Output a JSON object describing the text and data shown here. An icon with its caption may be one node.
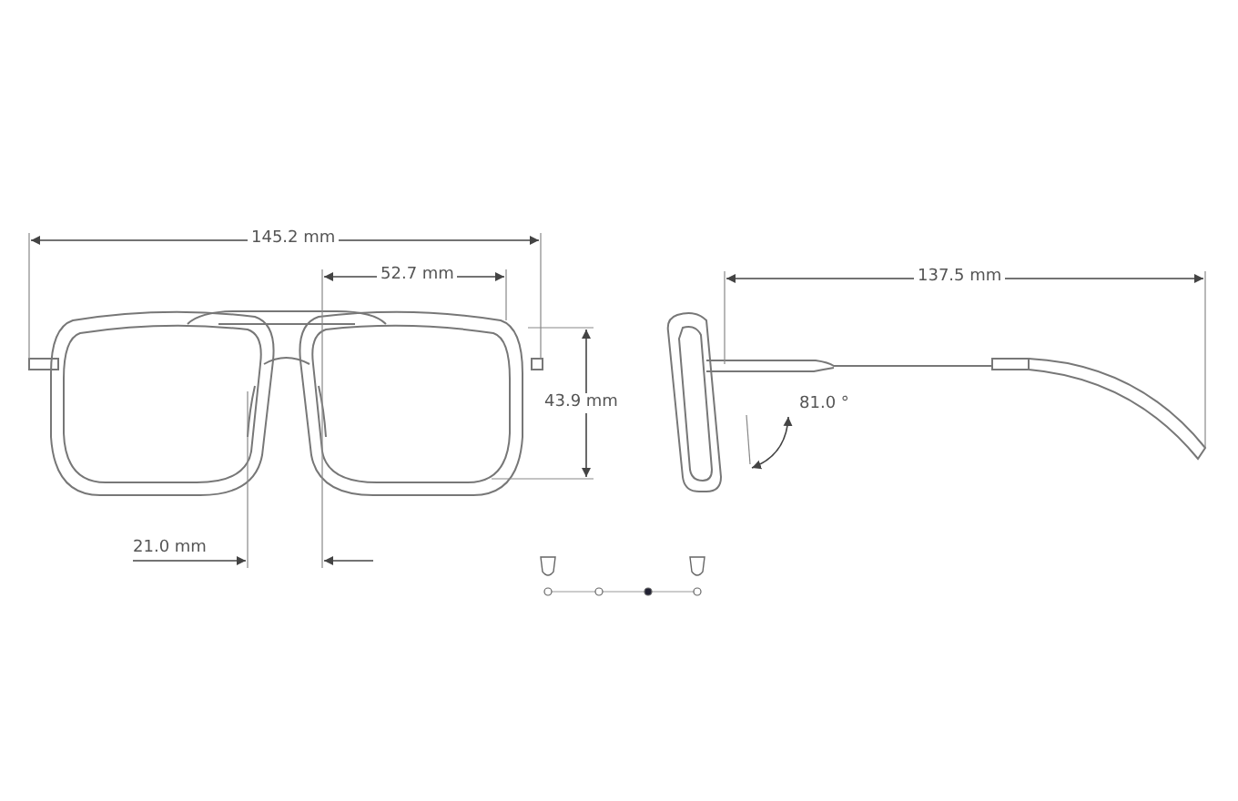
{
  "diagram": {
    "labels": [
      "145.2 mm",
      "52.7 mm",
      "43.9 mm",
      "21.0 mm",
      "137.5 mm",
      "81.0 °"
    ]
  }
}
